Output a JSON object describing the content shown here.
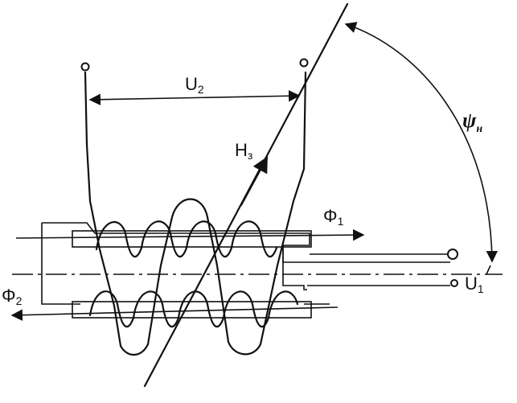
{
  "labels": {
    "u2": {
      "main": "U",
      "sub": "2"
    },
    "h3": {
      "main": "H",
      "sub": "з"
    },
    "phi1": {
      "main": "Φ",
      "sub": "1"
    },
    "phi2": {
      "main": "Φ",
      "sub": "2"
    },
    "u1": {
      "main": "U",
      "sub": "1"
    },
    "psi": {
      "main": "ψ",
      "sub": "н"
    }
  }
}
